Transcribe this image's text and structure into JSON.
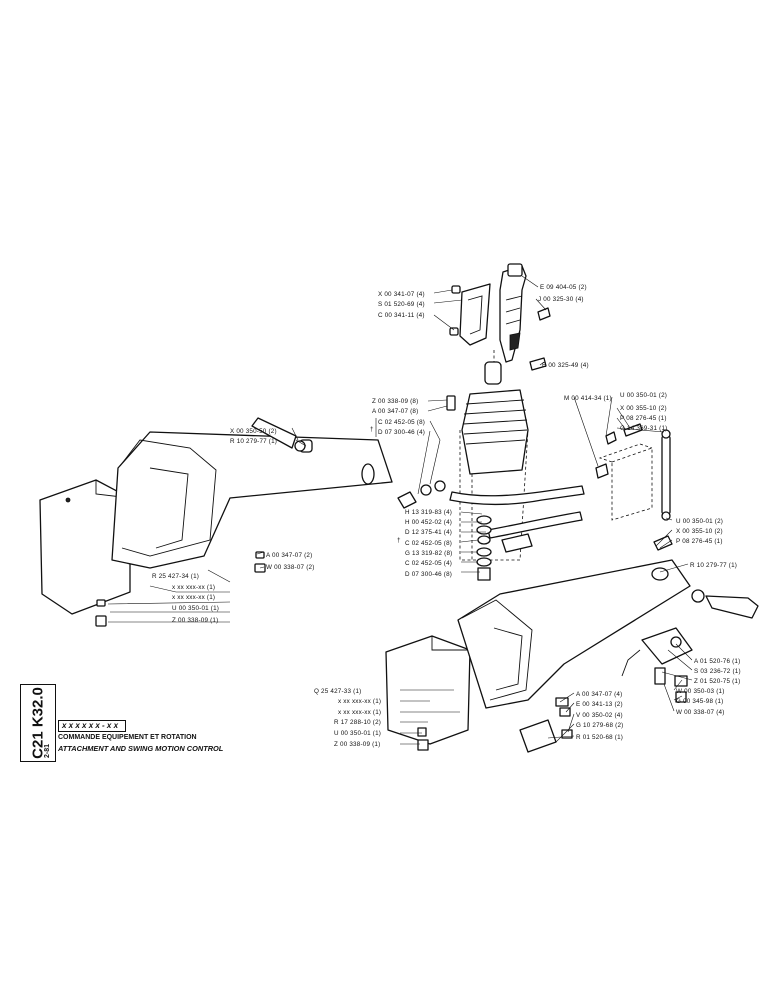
{
  "title_block": {
    "code": "C21  K32.0",
    "date": "2-81",
    "serial": "x x x  x x x - x x",
    "title_fr": "COMMANDE EQUIPEMENT ET ROTATION",
    "title_en": "ATTACHMENT AND SWING MOTION CONTROL"
  },
  "callouts": [
    {
      "text": "X 00 341-07 (4)"
    },
    {
      "text": "S 01 520-69 (4)"
    },
    {
      "text": "C 00 341-11 (4)"
    },
    {
      "text": "E 09 404-05 (2)"
    },
    {
      "text": "J 00 325-30 (4)"
    },
    {
      "text": "E 00 325-49 (4)"
    },
    {
      "text": "X 00 350-50 (2)"
    },
    {
      "text": "R 10 279-77 (1)"
    },
    {
      "text": "Z 00 338-09 (8)"
    },
    {
      "text": "A 00 347-07 (8)"
    },
    {
      "text": "C 02 452-05 (8)"
    },
    {
      "text": "D 07 300-46 (4)"
    },
    {
      "text": "M 00 414-34 (1)"
    },
    {
      "text": "U 00 350-01 (2)"
    },
    {
      "text": "X 00 355-10 (2)"
    },
    {
      "text": "P 08 276-45 (1)"
    },
    {
      "text": "G 14 369-31 (1)"
    },
    {
      "text": "H 13 319-83 (4)"
    },
    {
      "text": "H 00 452-02 (4)"
    },
    {
      "text": "D 12 375-41 (4)"
    },
    {
      "text": "C 02 452-05 (8)"
    },
    {
      "text": "G 13 319-82 (8)"
    },
    {
      "text": "C 02 452-05 (4)"
    },
    {
      "text": "D 07 300-46 (8)"
    },
    {
      "text": "A 00 347-07 (2)"
    },
    {
      "text": "W 00 338-07 (2)"
    },
    {
      "text": "R 25 427-34 (1)"
    },
    {
      "text": "x xx xxx-xx (1)"
    },
    {
      "text": "x xx xxx-xx (1)"
    },
    {
      "text": "U 00 350-01 (1)"
    },
    {
      "text": "Z 00 338-09 (1)"
    },
    {
      "text": "U 00 350-01 (2)"
    },
    {
      "text": "X 00 355-10 (2)"
    },
    {
      "text": "P 08 276-45 (1)"
    },
    {
      "text": "R 10 279-77 (1)"
    },
    {
      "text": "A 01 520-76 (1)"
    },
    {
      "text": "S 03 236-72 (1)"
    },
    {
      "text": "Z 01 520-75 (1)"
    },
    {
      "text": "W 00 350-03 (1)"
    },
    {
      "text": "G 00 345-98 (1)"
    },
    {
      "text": "W 00 338-07 (4)"
    },
    {
      "text": "A 00 347-07 (4)"
    },
    {
      "text": "E 00 341-13 (2)"
    },
    {
      "text": "V 00 350-02 (4)"
    },
    {
      "text": "G 10 279-68 (2)"
    },
    {
      "text": "R 01 520-68 (1)"
    },
    {
      "text": "Q 25 427-33 (1)"
    },
    {
      "text": "x xx xxx-xx (1)"
    },
    {
      "text": "x xx xxx-xx (1)"
    },
    {
      "text": "R 17 288-10 (2)"
    },
    {
      "text": "U 00 350-01 (1)"
    },
    {
      "text": "Z 00 338-09 (1)"
    }
  ],
  "dagger_marks": [
    "†",
    "†"
  ]
}
